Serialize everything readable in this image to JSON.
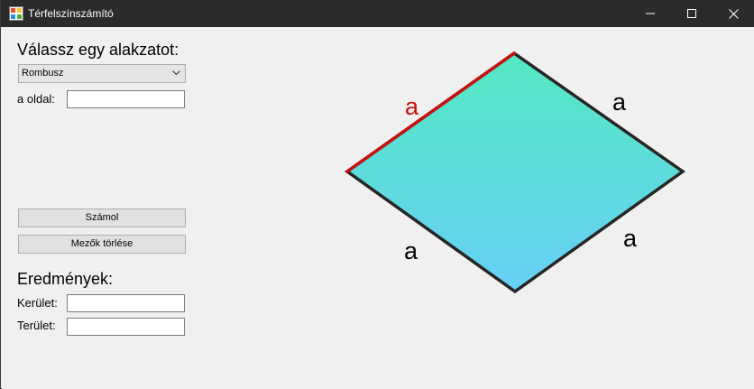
{
  "window": {
    "title": "Térfelszínszámító"
  },
  "form": {
    "choose_heading": "Válassz egy alakzatot:",
    "shape_selected": "Rombusz",
    "side_label": "a oldal:",
    "side_value": "",
    "calculate_label": "Számol",
    "clear_label": "Mezők törlése",
    "results_heading": "Eredmények:",
    "perimeter_label": "Kerület:",
    "perimeter_value": "",
    "area_label": "Terület:",
    "area_value": ""
  },
  "diagram": {
    "shape": "rhombus",
    "fill_top": "#55e8c2",
    "fill_bottom": "#66d0f5",
    "outline_color": "#262626",
    "highlight_color": "#c80f0f",
    "side_labels": {
      "top_left": "a",
      "top_right": "a",
      "bottom_left": "a",
      "bottom_right": "a"
    },
    "highlighted_side": "top_left"
  }
}
